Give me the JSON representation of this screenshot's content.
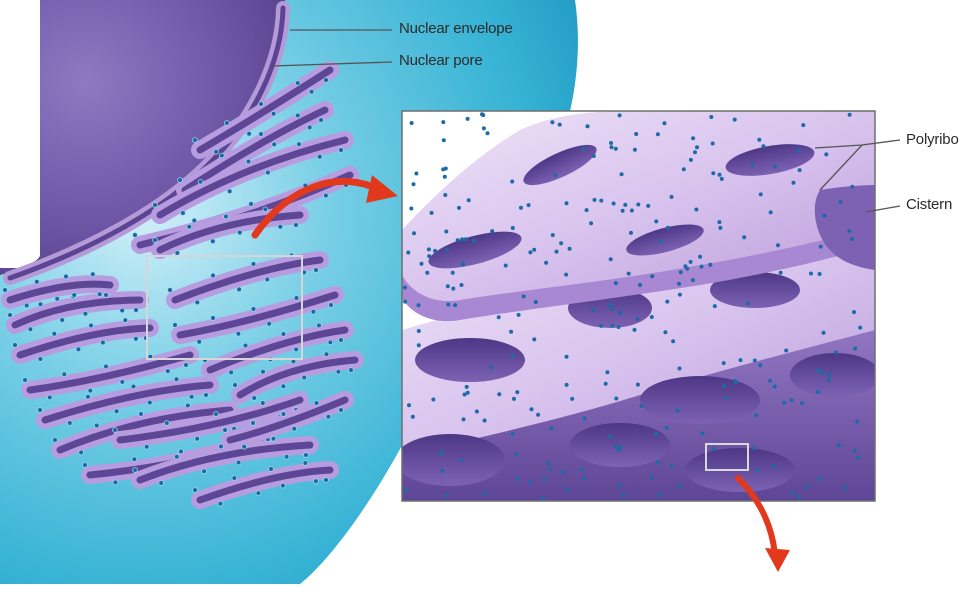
{
  "labels": {
    "nuclear_envelope": "Nuclear envelope",
    "nuclear_pore": "Nuclear pore",
    "polyribosomes": "Polyribo",
    "cisternae": "Cistern"
  },
  "colors": {
    "cytoplasm": "#37b8d6",
    "nucleus": "#6e57a6",
    "membrane": "#9a7cc7",
    "lumen": "#6a4f9e",
    "ribosome": "#1b66a3",
    "arrow": "#e2391c",
    "frame": "#7a7a7a"
  }
}
